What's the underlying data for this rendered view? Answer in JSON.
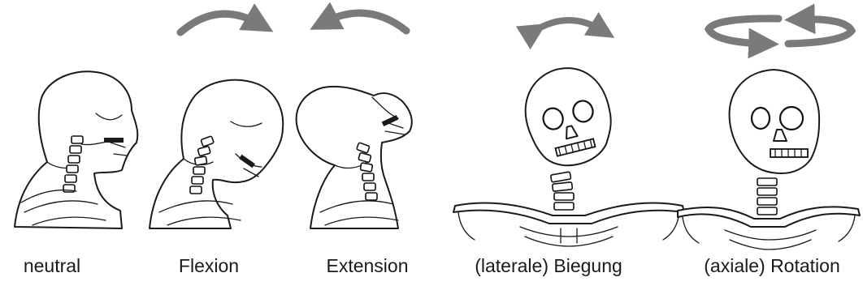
{
  "labels": {
    "neutral": "neutral",
    "flexion": "Flexion",
    "extension": "Extension",
    "lateral": "(laterale) Biegung",
    "rotation": "(axiale) Rotation"
  },
  "colors": {
    "arrow": "#7a7a7a",
    "ink": "#1a1a1a",
    "background": "#ffffff"
  },
  "icons": {
    "flexion_arrow": "curved-arrow-right-icon",
    "extension_arrow": "curved-arrow-left-icon",
    "lateral_arrow": "double-curved-arrow-icon",
    "rotation_arrow": "circular-rotation-arrows-icon"
  }
}
